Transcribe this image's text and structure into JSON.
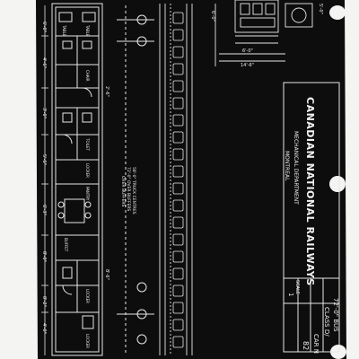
{
  "title_block": {
    "railway": "CANADIAN NATIONAL RAILWAYS",
    "department": "MECHANICAL DEPARTMENT",
    "city": "MONTREAL"
  },
  "car_info": {
    "length_label": "72'-0\" BUS",
    "class_label": "CLASS D/",
    "car_no_label": "CAR N",
    "car_no_value": "82",
    "scale_label": "SCALE",
    "sheet_no": "1"
  },
  "elevation_dims": [
    "6'-0\"",
    "14'-6\"",
    "6'-0\"",
    "5'-0\""
  ],
  "plan_notes": [
    "58'-0\" TRUCK CENTRES",
    "72'-0\" OVER BUFFERS",
    "OVER BUFFERS"
  ],
  "room_labels": [
    "TABLE",
    "TABLE",
    "CHAIR",
    "TOILET",
    "LOCKER",
    "PANTRY",
    "BUFFET",
    "LOCKER",
    "LOCKER"
  ],
  "dim_labels": [
    "6'-0\"",
    "4'-6\"",
    "3'-0\"",
    "5'-6\"",
    "6'-3\"",
    "8'-0\"",
    "8'-2\"",
    "4'-0\"",
    "2'-6\"",
    "8'-6\""
  ]
}
